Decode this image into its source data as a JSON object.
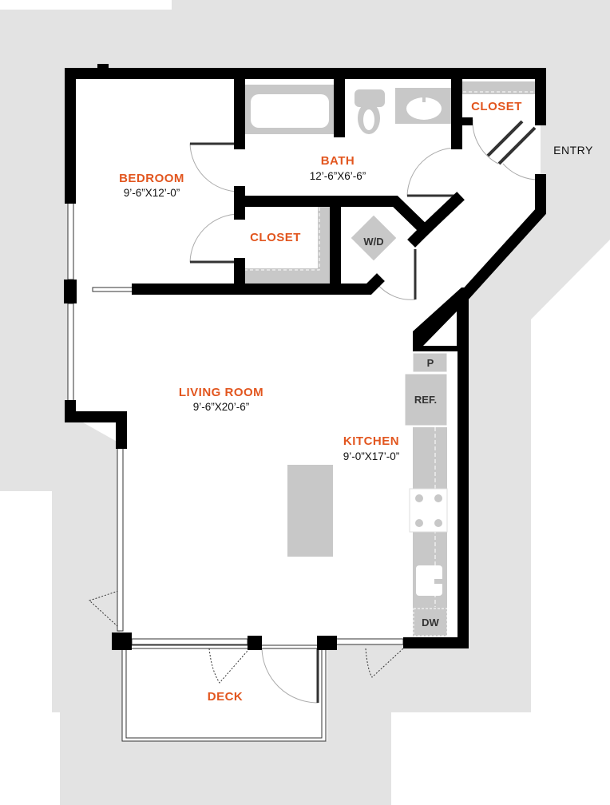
{
  "plan": {
    "colors": {
      "room_label": "#e2561f",
      "wall": "#000000",
      "fixture": "#c8c8c8",
      "surround": "#e3e3e3"
    },
    "rooms": {
      "bedroom": {
        "name": "BEDROOM",
        "dims": "9’-6”X12’-0”"
      },
      "bath": {
        "name": "BATH",
        "dims": "12’-6”X6’-6”"
      },
      "closet_entry": {
        "name": "CLOSET"
      },
      "closet_bedroom": {
        "name": "CLOSET"
      },
      "living": {
        "name": "LIVING ROOM",
        "dims": "9’-6”X20’-6”"
      },
      "kitchen": {
        "name": "KITCHEN",
        "dims": "9’-0”X17’-0”"
      },
      "deck": {
        "name": "DECK"
      }
    },
    "fixtures": {
      "washer_dryer": "W/D",
      "pantry": "P",
      "refrigerator": "REF.",
      "dishwasher": "DW"
    },
    "entry_label": "ENTRY"
  }
}
